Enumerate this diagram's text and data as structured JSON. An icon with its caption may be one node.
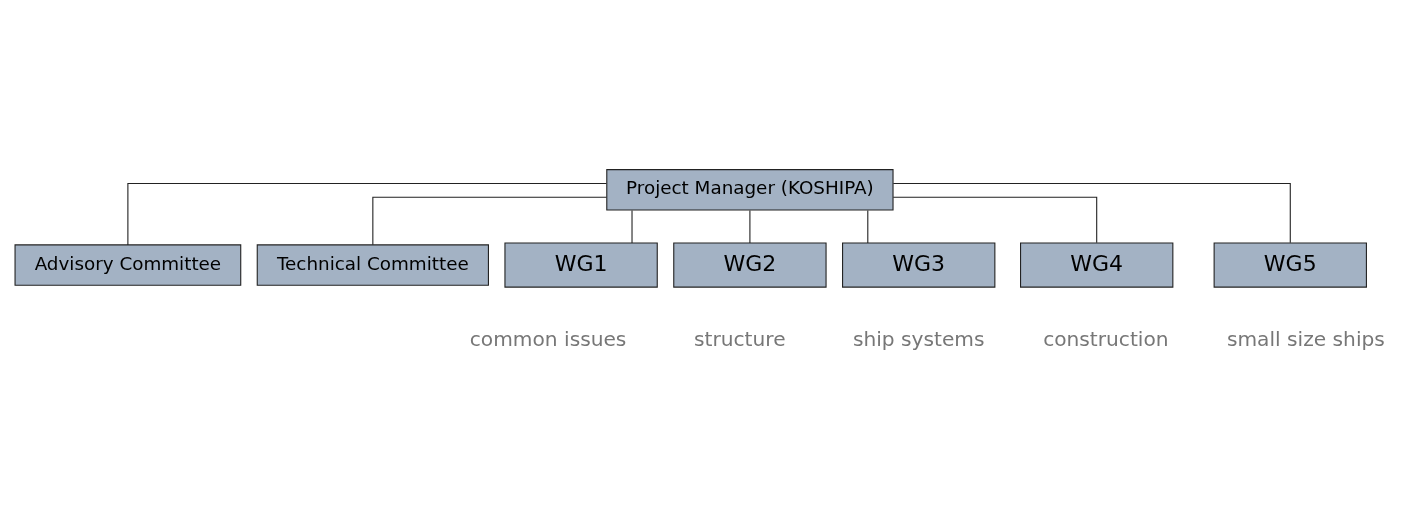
{
  "diagram": {
    "nodes": [
      {
        "text": [
          "Project Manager (KOSHIPA)"
        ]
      },
      {
        "text": [
          "Advisory Committee"
        ]
      },
      {
        "text": [
          "Technical Committee"
        ]
      },
      {
        "text": [
          "WG1"
        ],
        "beside": [
          "common issues"
        ]
      },
      {
        "text": [
          "WG2"
        ],
        "beside": [
          "structure"
        ]
      },
      {
        "text": [
          "WG3"
        ],
        "beside": [
          "ship systems"
        ]
      },
      {
        "text": [
          "WG4"
        ],
        "beside": [
          "construction"
        ]
      },
      {
        "text": [
          "WG5"
        ],
        "beside": [
          "small size ships"
        ]
      }
    ],
    "edges": [
      {
        "from": 0,
        "to": 1,
        "arrow": "none"
      },
      {
        "from": 0,
        "to": 2,
        "arrow": "none"
      },
      {
        "from": 0,
        "to": 3,
        "arrow": "none"
      },
      {
        "from": 0,
        "to": 4,
        "arrow": "none"
      },
      {
        "from": 0,
        "to": 5,
        "arrow": "none"
      },
      {
        "from": 0,
        "to": 6,
        "arrow": "none"
      },
      {
        "from": 0,
        "to": 7,
        "arrow": "none"
      }
    ]
  }
}
